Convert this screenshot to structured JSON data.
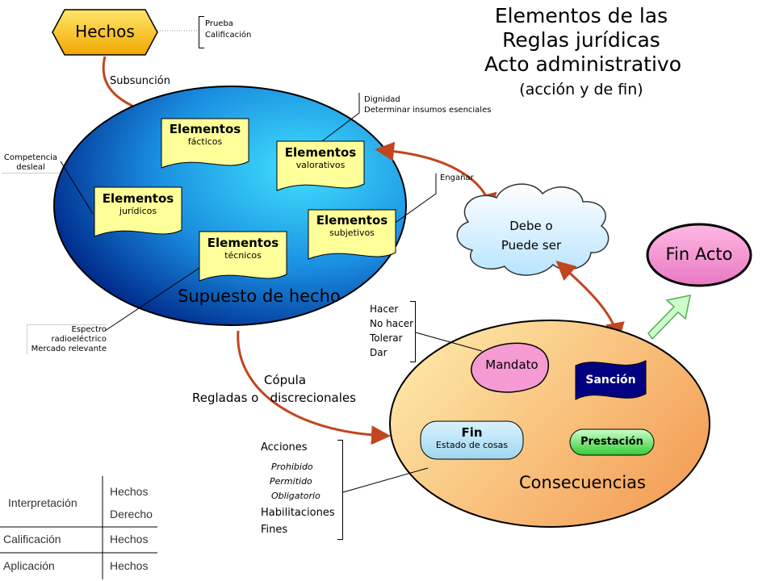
{
  "title": {
    "line1": "Elementos de las",
    "line2": "Reglas jurídicas",
    "line3": "Acto administrativo",
    "line4": "(acción y de fin)"
  },
  "hechos": {
    "label": "Hechos",
    "notes": [
      "Prueba",
      "Calificación"
    ],
    "arrow_label": "Subsunción"
  },
  "supuesto": {
    "label": "Supuesto de hecho",
    "docs": [
      {
        "title": "Elementos",
        "sub": "fácticos"
      },
      {
        "title": "Elementos",
        "sub": "valorativos"
      },
      {
        "title": "Elementos",
        "sub": "jurídicos"
      },
      {
        "title": "Elementos",
        "sub": "subjetivos"
      },
      {
        "title": "Elementos",
        "sub": "técnicos"
      }
    ],
    "callouts": {
      "valorativos": [
        "Dignidad",
        "Determinar insumos esenciales"
      ],
      "juridicos": [
        "Competencia",
        "desleal"
      ],
      "subjetivos": [
        "Engañar"
      ],
      "tecnicos": [
        "Espectro",
        "radioeléctrico",
        "Mercado relevante"
      ]
    }
  },
  "cloud": {
    "line1": "Debe o",
    "line2": "Puede ser"
  },
  "fin_acto": {
    "label": "Fin Acto"
  },
  "copula": {
    "line1": "Cópula",
    "line2": "Regladas o   discrecionales"
  },
  "consecuencias": {
    "label": "Consecuencias",
    "mandato": "Mandato",
    "sancion": "Sanción",
    "fin_title": "Fin",
    "fin_sub": "Estado de cosas",
    "prestacion": "Prestación",
    "mandato_items": [
      "Hacer",
      "No hacer",
      "Tolerar",
      "Dar"
    ],
    "fin_items": {
      "acciones": "Acciones",
      "sub": [
        "Prohibido",
        "Permitido",
        "Obligatorio"
      ],
      "habilitaciones": "Habilitaciones",
      "fines": "Fines"
    }
  },
  "table": {
    "rows": [
      {
        "label": "Interpretación",
        "values": [
          "Hechos",
          "Derecho"
        ]
      },
      {
        "label": "Calificación",
        "values": [
          "Hechos"
        ]
      },
      {
        "label": "Aplicación",
        "values": [
          "Hechos"
        ]
      }
    ]
  },
  "colors": {
    "blue_dark": "#003399",
    "blue_light": "#33ccff",
    "doc_fill": "#ffff99",
    "orange_light": "#ffe9a8",
    "orange_dark": "#f5a55a",
    "arrow": "#c0461e",
    "pink": "#f59ad2",
    "navy": "#000080",
    "green_light": "#ccffcc"
  }
}
